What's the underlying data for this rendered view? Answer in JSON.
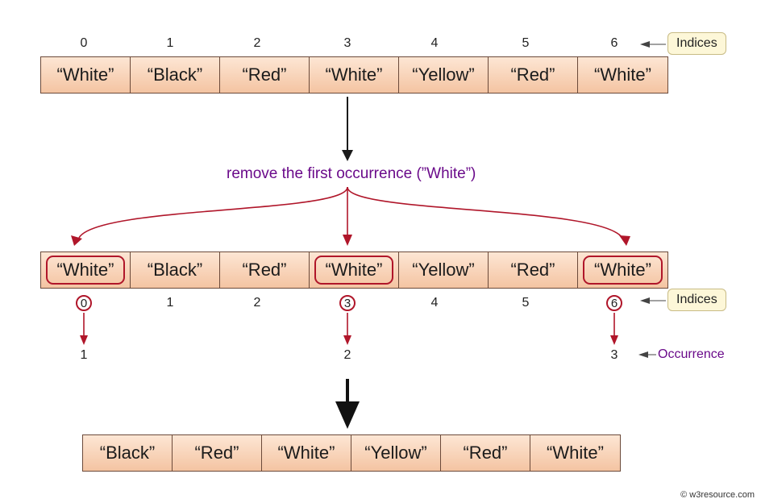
{
  "top_array": {
    "indices": [
      "0",
      "1",
      "2",
      "3",
      "4",
      "5",
      "6"
    ],
    "values": [
      "“White”",
      "“Black”",
      "“Red”",
      "“White”",
      "“Yellow”",
      "“Red”",
      "“White”"
    ]
  },
  "indices_label": "Indices",
  "operation_caption": "remove the first occurrence (”White”)",
  "middle_array": {
    "values": [
      "“White”",
      "“Black”",
      "“Red”",
      "“White”",
      "“Yellow”",
      "“Red”",
      "“White”"
    ],
    "indices": [
      "0",
      "1",
      "2",
      "3",
      "4",
      "5",
      "6"
    ],
    "occurrences": [
      "1",
      "2",
      "3"
    ]
  },
  "occurrence_label": "Occurrence",
  "result_array": {
    "values": [
      "“Black”",
      "“Red”",
      "“White”",
      "“Yellow”",
      "“Red”",
      "“White”"
    ]
  },
  "credit": "© w3resource.com",
  "colors": {
    "highlight": "#b0162a",
    "caption": "#6a0a8a",
    "cell": "#f6c9a8"
  }
}
